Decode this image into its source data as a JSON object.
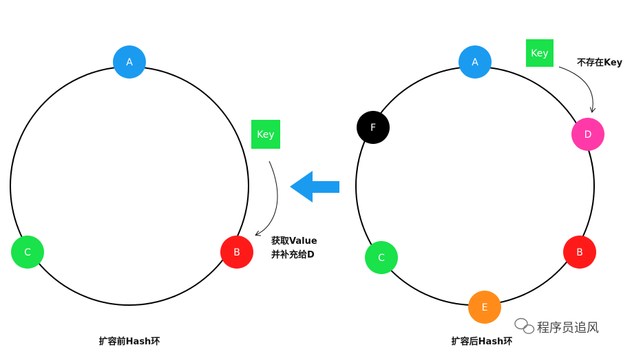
{
  "diagram": {
    "left_ring": {
      "caption": "扩容前Hash环",
      "nodes": [
        {
          "label": "A",
          "color": "#1a9bf0"
        },
        {
          "label": "B",
          "color": "#ff1a1a"
        },
        {
          "label": "C",
          "color": "#19e24a"
        }
      ],
      "key": {
        "label": "Key",
        "color": "#19e24a"
      },
      "note_lines": [
        "获取Value",
        "并补充给D"
      ]
    },
    "right_ring": {
      "caption": "扩容后Hash环",
      "nodes": [
        {
          "label": "A",
          "color": "#1a9bf0"
        },
        {
          "label": "D",
          "color": "#ff3aa8"
        },
        {
          "label": "B",
          "color": "#ff1a1a"
        },
        {
          "label": "E",
          "color": "#ff8c1a"
        },
        {
          "label": "C",
          "color": "#19e24a"
        },
        {
          "label": "F",
          "color": "#000000"
        }
      ],
      "key": {
        "label": "Key",
        "color": "#19e24a"
      },
      "note": "不存在Key"
    },
    "arrow_color": "#1a9bf0",
    "watermark": "程序员追风"
  }
}
